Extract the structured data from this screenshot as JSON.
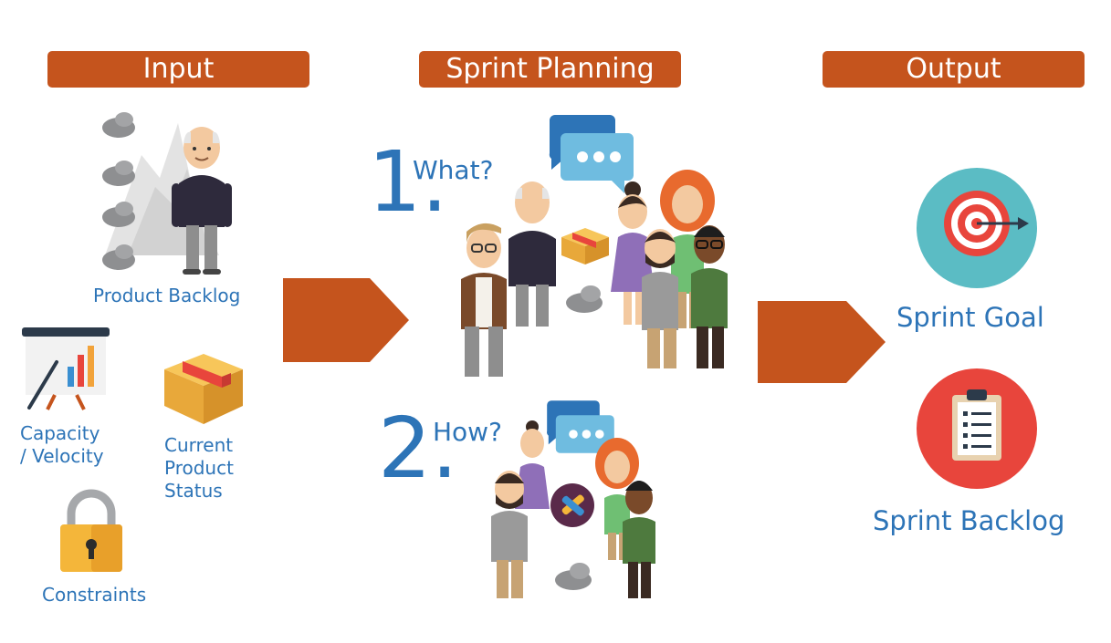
{
  "headers": {
    "input": "Input",
    "planning": "Sprint Planning",
    "output": "Output"
  },
  "inputs": {
    "product_backlog": "Product Backlog",
    "capacity_line1": "Capacity",
    "capacity_line2": "/ Velocity",
    "current_line1": "Current",
    "current_line2": "Product",
    "current_line3": "Status",
    "constraints": "Constraints"
  },
  "planning": {
    "step1_number": "1.",
    "step1_question": "What?",
    "step2_number": "2.",
    "step2_question": "How?"
  },
  "outputs": {
    "sprint_goal": "Sprint Goal",
    "sprint_backlog": "Sprint Backlog"
  },
  "colors": {
    "header": "#c5541d",
    "arrow": "#c5541d",
    "text": "#2d74b7",
    "goal_circle": "#5bbcc4",
    "backlog_circle": "#e8453c"
  },
  "icons": [
    "rock-icon",
    "person-icon",
    "chart-board-icon",
    "box-icon",
    "lock-icon",
    "chat-bubble-icon",
    "target-icon",
    "clipboard-icon",
    "tools-icon"
  ]
}
